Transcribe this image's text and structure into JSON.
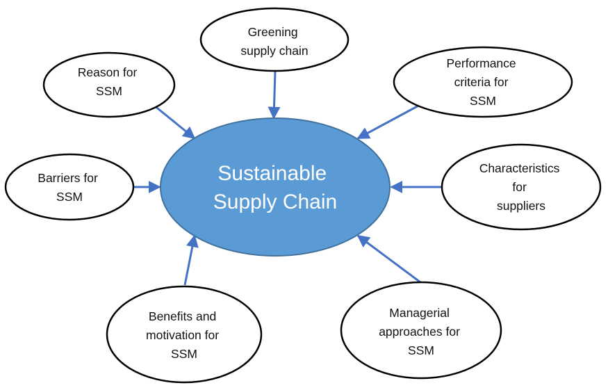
{
  "center": {
    "lines": [
      "Sustainable",
      "Supply Chain"
    ],
    "fill_color": "#5b9bd5",
    "stroke_color": "#41719c"
  },
  "arrow_color": "#4472c4",
  "nodes": [
    {
      "id": "greening",
      "lines": [
        "Greening",
        "supply chain"
      ]
    },
    {
      "id": "reason",
      "lines": [
        "Reason for",
        "SSM"
      ]
    },
    {
      "id": "performance",
      "lines": [
        "Performance",
        "criteria for",
        "SSM"
      ]
    },
    {
      "id": "barriers",
      "lines": [
        "Barriers for",
        "SSM"
      ]
    },
    {
      "id": "characteristics",
      "lines": [
        "Characteristics",
        "for",
        "suppliers"
      ]
    },
    {
      "id": "benefits",
      "lines": [
        "Benefits and",
        "motivation for",
        "SSM"
      ]
    },
    {
      "id": "managerial",
      "lines": [
        "Managerial",
        "approaches for",
        "SSM"
      ]
    }
  ]
}
